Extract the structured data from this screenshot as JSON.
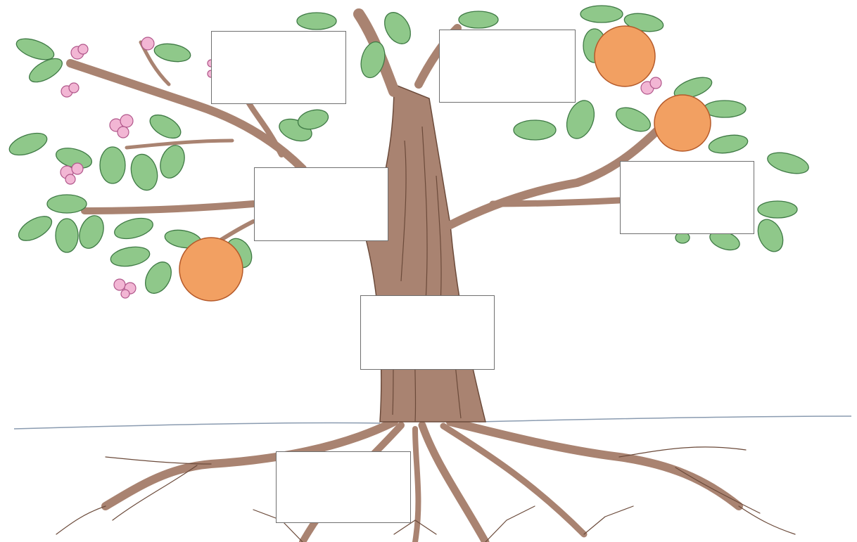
{
  "diagram": {
    "subject": "tree",
    "palette": {
      "trunk": "#a98371",
      "trunk_line": "#6b4a3a",
      "leaf": "#8fc88a",
      "leaf_line": "#3f7a45",
      "fruit": "#f2a062",
      "fruit_line": "#b55a2a",
      "blossom": "#f2b6d4",
      "blossom_line": "#b0568a",
      "ground_line": "#8a9bb0",
      "box_border": "#6f6f6f"
    },
    "label_boxes": [
      {
        "id": "top-left",
        "text": ""
      },
      {
        "id": "top-right",
        "text": ""
      },
      {
        "id": "middle-left",
        "text": ""
      },
      {
        "id": "middle-right",
        "text": ""
      },
      {
        "id": "trunk",
        "text": ""
      },
      {
        "id": "roots",
        "text": ""
      }
    ]
  }
}
